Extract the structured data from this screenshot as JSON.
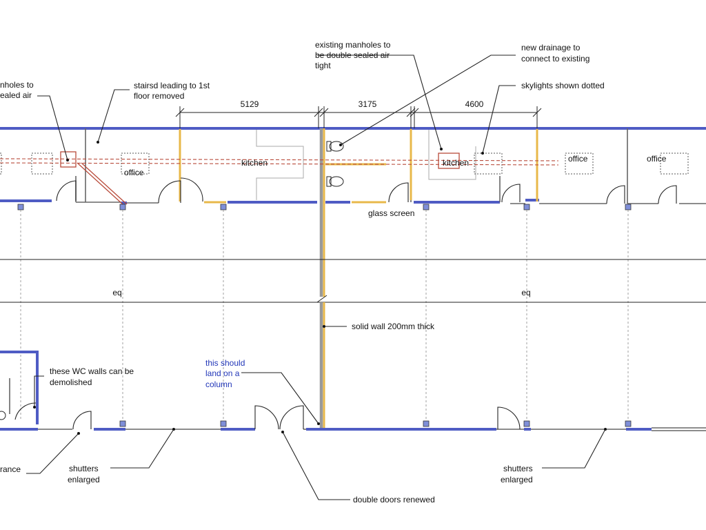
{
  "annotations": {
    "manholes_left": [
      "nholes to",
      "ealed air"
    ],
    "stairs": [
      "stairsd leading to 1st",
      "floor removed"
    ],
    "existing_manholes": [
      "existing manholes to",
      "be double sealed air",
      "tight"
    ],
    "new_drainage": [
      "new drainage to",
      "connect to existing"
    ],
    "skylights": [
      "skylights shown dotted"
    ],
    "glass_screen": [
      "glass screen"
    ],
    "solid_wall": [
      "solid wall 200mm thick"
    ],
    "wc_walls": [
      "these WC walls can be",
      "demolished"
    ],
    "should_land": [
      "this should",
      "land on a",
      "column"
    ],
    "entrance": [
      "rance"
    ],
    "shutters_left": [
      "shutters",
      "enlarged"
    ],
    "shutters_right": [
      "shutters",
      "enlarged"
    ],
    "double_doors": [
      "double doors renewed"
    ]
  },
  "dimensions": {
    "d1": "5129",
    "d2": "3175",
    "d3": "4600",
    "eq_left": "eq",
    "eq_right": "eq"
  },
  "rooms": {
    "office_1": "office",
    "kitchen_1": "kitchen",
    "kitchen_2": "kitchen",
    "office_2": "office",
    "office_3": "office"
  },
  "colors": {
    "wall": "#4f5cc4",
    "highlight_wall": "#e8b84a",
    "solid_wall": "#9a9a9a",
    "drainage": "#b84a3a",
    "note_blue": "#2136b8"
  }
}
